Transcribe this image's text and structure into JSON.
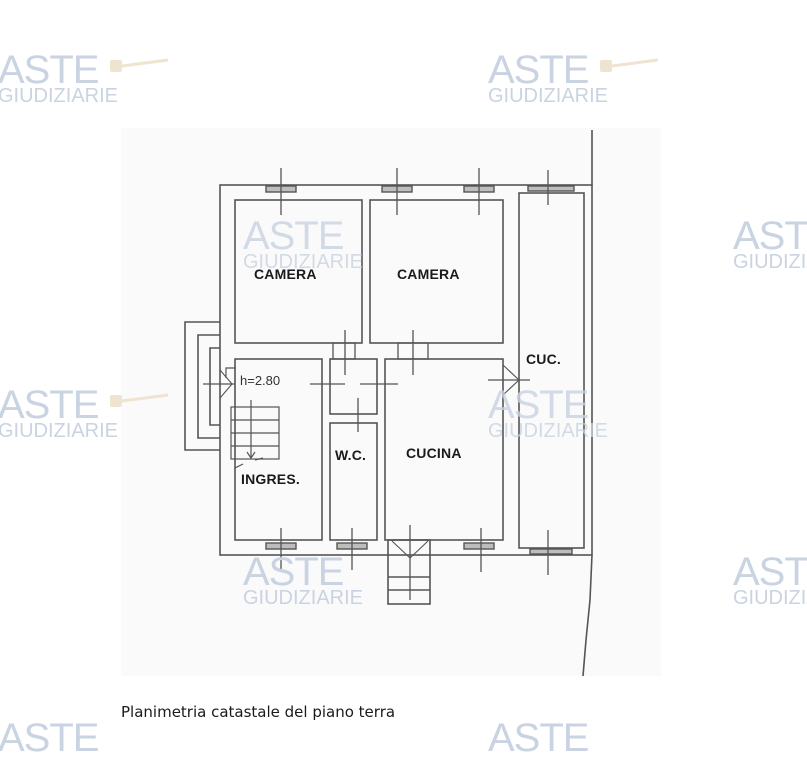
{
  "watermark": {
    "line1": "ASTE",
    "line2": "GIUDIZIARIE",
    "registered": "®",
    "color": "#c9d3e2"
  },
  "plan": {
    "rooms": [
      {
        "id": "camera-1",
        "label": "CAMERA"
      },
      {
        "id": "camera-2",
        "label": "CAMERA"
      },
      {
        "id": "cuc",
        "label": "CUC."
      },
      {
        "id": "ingres",
        "label": "INGRES."
      },
      {
        "id": "wc",
        "label": "W.C."
      },
      {
        "id": "cucina",
        "label": "CUCINA"
      }
    ],
    "height_note": "h=2.80",
    "line_color": "#555555"
  },
  "caption": "Planimetria catastale del piano terra"
}
